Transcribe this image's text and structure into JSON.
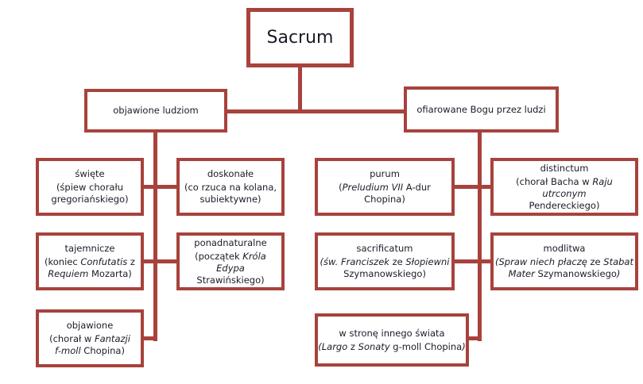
{
  "diagram": {
    "title_node": {
      "label": "Sacrum"
    },
    "branches": [
      {
        "id": "left",
        "label": "objawione ludziom"
      },
      {
        "id": "right",
        "label": "ofiarowane Bogu przez ludzi"
      }
    ],
    "leaves": {
      "swiete": {
        "title": "święte",
        "line1_a": "(śpiew chorału",
        "line2_a": "gregoriańskiego)"
      },
      "doskonale": {
        "title": "doskonałe",
        "line1_a": "(co rzuca na kolana,",
        "line2_a": "subiektywne)"
      },
      "purum": {
        "title": "purum",
        "line1_a": "(",
        "line1_i": "Preludium VII",
        "line1_b": " A-dur",
        "line2_a": "Chopina)"
      },
      "distinctum": {
        "title": "distinctum",
        "line1_a": "(chorał Bacha w ",
        "line1_i": "Raju utrconym",
        "line2_a": "Pendereckiego)"
      },
      "tajemnicze": {
        "title": "tajemnicze",
        "line1_a": "(koniec ",
        "line1_i": "Confutatis",
        "line1_b": " z",
        "line2_i": "Requiem",
        "line2_b": " Mozarta)"
      },
      "ponadnaturalne": {
        "title": "ponadnaturalne",
        "line1_a": "(początek ",
        "line1_i": "Króla Edypa",
        "line2_a": "Strawińskiego)"
      },
      "sacrificatum": {
        "title": "sacrificatum",
        "line1_i": "(św. Franciszek",
        "line1_b": " ze ",
        "line1_i2": "Słopiewni",
        "line2_a": "Szymanowskiego)"
      },
      "modlitwa": {
        "title": "modlitwa",
        "line1_i": "(Spraw niech płaczę",
        "line1_b": " ze ",
        "line1_i2": "Stabat",
        "line2_i": "Mater",
        "line2_b": " Szymanowskiego",
        "line2_i2": ")"
      },
      "objawione": {
        "title": "objawione",
        "line1_a": "(chorał w ",
        "line1_i": "Fantazji",
        "line2_i": "f-moll",
        "line2_b": " Chopina)"
      },
      "wstrone": {
        "title": "w stronę innego świata",
        "line1_i": "(Largo",
        "line1_b": " z ",
        "line1_i2": "Sonaty",
        "line1_c": " g-moll Chopina",
        "line1_i3": ")"
      }
    },
    "colors": {
      "border": "#a8423c",
      "text": "#1b1b28",
      "background": "#ffffff"
    }
  }
}
